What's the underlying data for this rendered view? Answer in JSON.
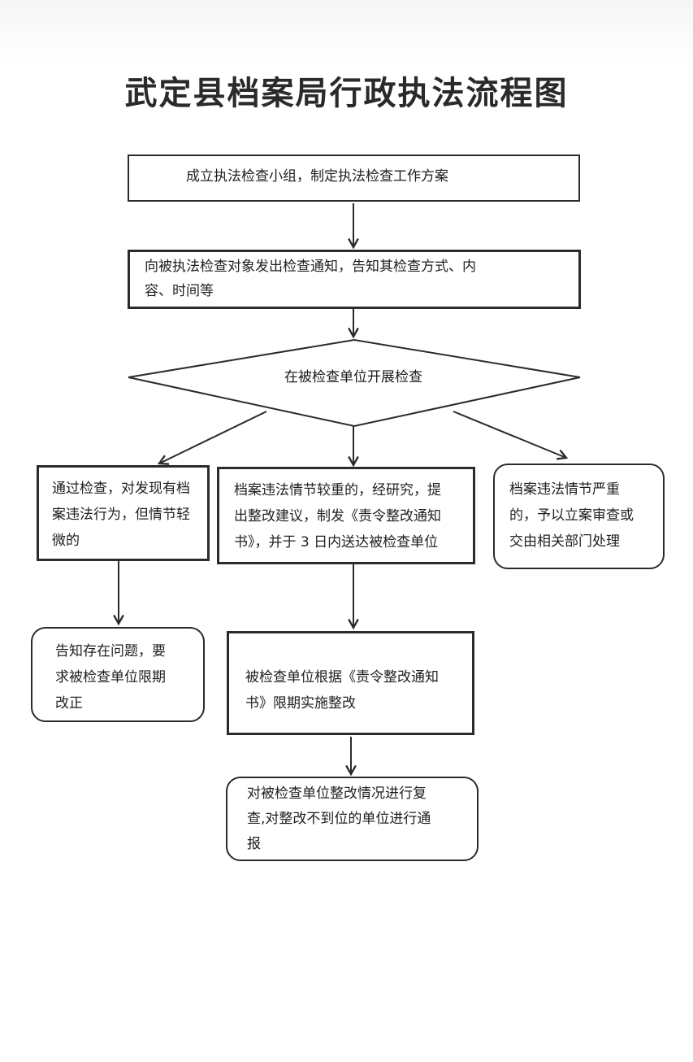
{
  "title": "武定县档案局行政执法流程图",
  "steps": {
    "step1": "成立执法检查小组，制定执法检查工作方案",
    "step2": "向被执法检查对象发出检查通知，告知其检查方式、内\n容、时间等",
    "decision": "在被检查单位开展检查",
    "branch_left": "通过检查，对发现有档\n案违法行为，但情节轻\n微的",
    "branch_middle": "档案违法情节较重的，经研究，提\n出整改建议，制发《责令整改通知\n书》，并于 3 日内送达被检查单位",
    "branch_right": "档案违法情节严重\n的，予以立案审查或\n交由相关部门处理",
    "left_result": "告知存在问题，要\n求被检查单位限期\n改正",
    "middle_result": "被检查单位根据《责令整改通知\n书》限期实施整改",
    "final": "对被检查单位整改情况进行复\n查,对整改不到位的单位进行通\n报"
  }
}
